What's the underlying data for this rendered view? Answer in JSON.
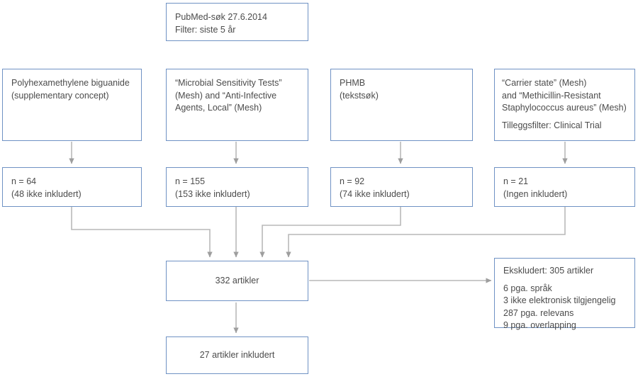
{
  "diagram": {
    "title": "PubMed litteratursøk flytskjema",
    "colors": {
      "box_border": "#6f92c4",
      "text": "#4b4b4b",
      "connector": "#b3b3b3",
      "background": "#ffffff"
    },
    "nodes": {
      "search": {
        "lines": [
          "PubMed-søk 27.6.2014",
          "Filter: siste 5 år"
        ]
      },
      "query1": {
        "lines": [
          "Polyhexamethylene biguanide",
          "(supplementary concept)"
        ]
      },
      "query2": {
        "lines": [
          "“Microbial Sensitivity Tests”",
          "(Mesh) and “Anti-Infective",
          "Agents, Local” (Mesh)"
        ]
      },
      "query3": {
        "lines": [
          "PHMB",
          "(tekstsøk)"
        ]
      },
      "query4": {
        "lines": [
          "“Carrier state” (Mesh)",
          "and “Methicillin-Resistant",
          "Staphylococcus aureus” (Mesh)"
        ],
        "extra": "Tilleggsfilter: Clinical Trial"
      },
      "result1": {
        "lines": [
          "n = 64",
          "(48 ikke inkludert)"
        ]
      },
      "result2": {
        "lines": [
          "n = 155",
          "(153 ikke inkludert)"
        ]
      },
      "result3": {
        "lines": [
          "n = 92",
          "(74 ikke inkludert)"
        ]
      },
      "result4": {
        "lines": [
          "n = 21",
          "(Ingen inkludert)"
        ]
      },
      "pooled": {
        "label": "332 artikler"
      },
      "excluded": {
        "heading": "Ekskludert: 305 artikler",
        "reasons": [
          "6 pga. språk",
          "3 ikke elektronisk tilgjengelig",
          "287 pga. relevans",
          "9 pga. overlapping"
        ]
      },
      "included": {
        "label": "27 artikler inkludert"
      }
    }
  }
}
